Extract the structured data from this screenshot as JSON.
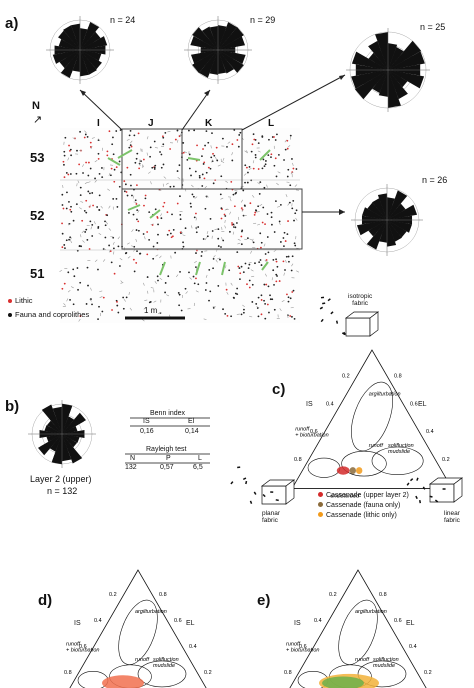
{
  "panels": {
    "a": "a)",
    "b": "b)",
    "c": "c)",
    "d": "d)",
    "e": "e)"
  },
  "panel_a": {
    "north": "N",
    "columns": [
      "I",
      "J",
      "K",
      "L"
    ],
    "rows": [
      "53",
      "52",
      "51"
    ],
    "legend": [
      {
        "label": "Lithic",
        "color": "#d93030"
      },
      {
        "label": "Fauna and coprolithes",
        "color": "#111111"
      }
    ],
    "scale": "1 m",
    "roses": [
      {
        "n": "n = 24"
      },
      {
        "n": "n = 29"
      },
      {
        "n": "n = 25"
      },
      {
        "n": "n = 26"
      }
    ]
  },
  "panel_b": {
    "caption": "Layer 2 (upper)",
    "n": "n = 132",
    "benn": {
      "title": "Benn index",
      "headers": [
        "IS",
        "El"
      ],
      "values": [
        "0,16",
        "0,14"
      ]
    },
    "rayleigh": {
      "title": "Rayleigh test",
      "headers": [
        "N",
        "P",
        "L"
      ],
      "values": [
        "132",
        "0,57",
        "6,5"
      ]
    }
  },
  "ternary": {
    "ticks": [
      "0.2",
      "0.4",
      "0.6",
      "0.8"
    ],
    "IS": "IS",
    "EL": "EL",
    "argilturbation": "argilturbation",
    "runoff": "runoff",
    "runoff_bio": "runoff\n+ bioturbation",
    "solifluction": "solifluction\nmudslide",
    "undisturbed": "undisturbed",
    "isotropic": "isotropic\nfabric",
    "planar": "planar\nfabric",
    "linear": "linear\nfabric",
    "legend": [
      {
        "label": "Cassenade (upper layer 2)",
        "color": "#d42a2a"
      },
      {
        "label": "Cassenade (fauna only)",
        "color": "#8a6a3a"
      },
      {
        "label": "Cassenade (lithic only)",
        "color": "#f29a1a"
      }
    ]
  }
}
